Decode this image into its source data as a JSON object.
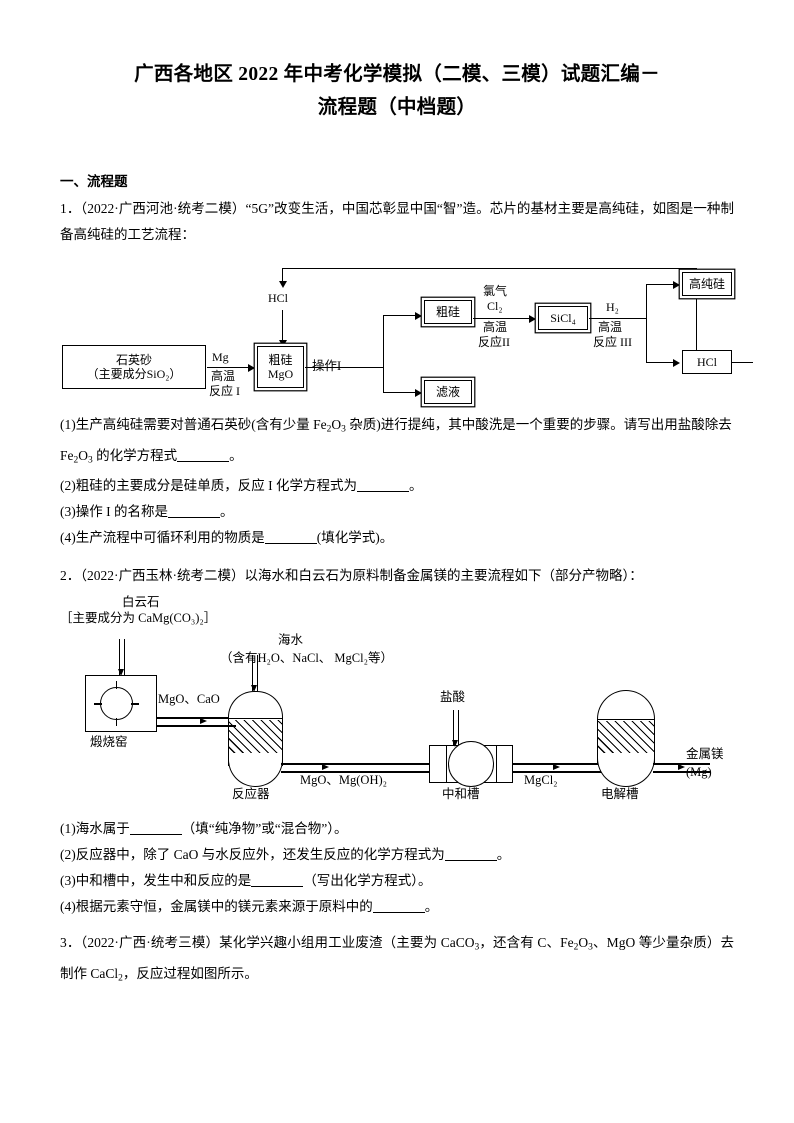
{
  "document": {
    "title_line1": "广西各地区 2022 年中考化学模拟（二模、三模）试题汇编－",
    "title_line2": "流程题（中档题）",
    "section_heading": "一、流程题"
  },
  "q1": {
    "stem": "1．（2022·广西河池·统考二模）“5G”改变生活，中国芯彰显中国“智”造。芯片的基材主要是高纯硅，如图是一种制备高纯硅的工艺流程：",
    "figure": {
      "name": "silicon-purification-flowchart",
      "boxes": {
        "quartz_sand_l1": "石英砂",
        "quartz_sand_l2": "（主要成分SiO₂）",
        "crude_si_mgo_l1": "粗硅",
        "crude_si_mgo_l2": "MgO",
        "crude_si": "粗硅",
        "filtrate": "滤液",
        "sicl4": "SiCl₄",
        "high_purity_si": "高纯硅",
        "hcl_box": "HCl"
      },
      "labels": {
        "hcl_input": "HCl",
        "mg": "Mg",
        "high_temp_1": "高温",
        "reaction_1": "反应 I",
        "operation_1": "操作I",
        "chlorine_cn": "氯气",
        "chlorine_f": "Cl₂",
        "high_temp_2": "高温",
        "reaction_2": "反应II",
        "h2": "H₂",
        "high_temp_3": "高温",
        "reaction_3": "反应 III"
      }
    },
    "sub1_a": "(1)生产高纯硅需要对普通石英砂(含有少量 Fe",
    "sub1_b": "O",
    "sub1_c": " 杂质)进行提纯，其中酸洗是一个重要的步骤。请写出用盐酸除去 Fe",
    "sub1_d": "O",
    "sub1_e": " 的化学方程式",
    "sub1_end": "。",
    "sub2": "(2)粗硅的主要成分是硅单质，反应 I 化学方程式为",
    "sub2_end": "。",
    "sub3": "(3)操作 I 的名称是",
    "sub3_end": "。",
    "sub4": "(4)生产流程中可循环利用的物质是",
    "sub4_end": "(填化学式)。"
  },
  "q2": {
    "stem": "2．（2022·广西玉林·统考二模）以海水和白云石为原料制备金属镁的主要流程如下（部分产物略）：",
    "figure": {
      "name": "magnesium-production-apparatus",
      "labels": {
        "dolomite": "白云石",
        "dolomite_formula": "［主要成分为 CaMg(CO₃)₂］",
        "seawater": "海水",
        "seawater_contents": "（含有H₂O、NaCl、 MgCl₂等）",
        "mgo_cao": "MgO、CaO",
        "kiln": "煅烧窑",
        "reactor": "反应器",
        "mgo_mgoh2": "MgO、Mg(OH)₂",
        "hydrochloric_acid": "盐酸",
        "neutralizer": "中和槽",
        "mgcl2": "MgCl₂",
        "electrolyzer": "电解槽",
        "product_l1": "金属镁",
        "product_l2": "(Mg)"
      }
    },
    "sub1": "(1)海水属于",
    "sub1_end": "（填“纯净物”或“混合物”）。",
    "sub2": "(2)反应器中，除了 CaO 与水反应外，还发生反应的化学方程式为",
    "sub2_end": "。",
    "sub3": "(3)中和槽中，发生中和反应的是",
    "sub3_end": "（写出化学方程式）。",
    "sub4": "(4)根据元素守恒，金属镁中的镁元素来源于原料中的",
    "sub4_end": "。"
  },
  "q3": {
    "stem_a": "3．（2022·广西·统考三模）某化学兴趣小组用工业废渣（主要为 CaCO",
    "stem_b": "，还含有 C、Fe",
    "stem_c": "O",
    "stem_d": "、MgO 等少量杂质）去制作 CaCl",
    "stem_e": "，反应过程如图所示。"
  }
}
